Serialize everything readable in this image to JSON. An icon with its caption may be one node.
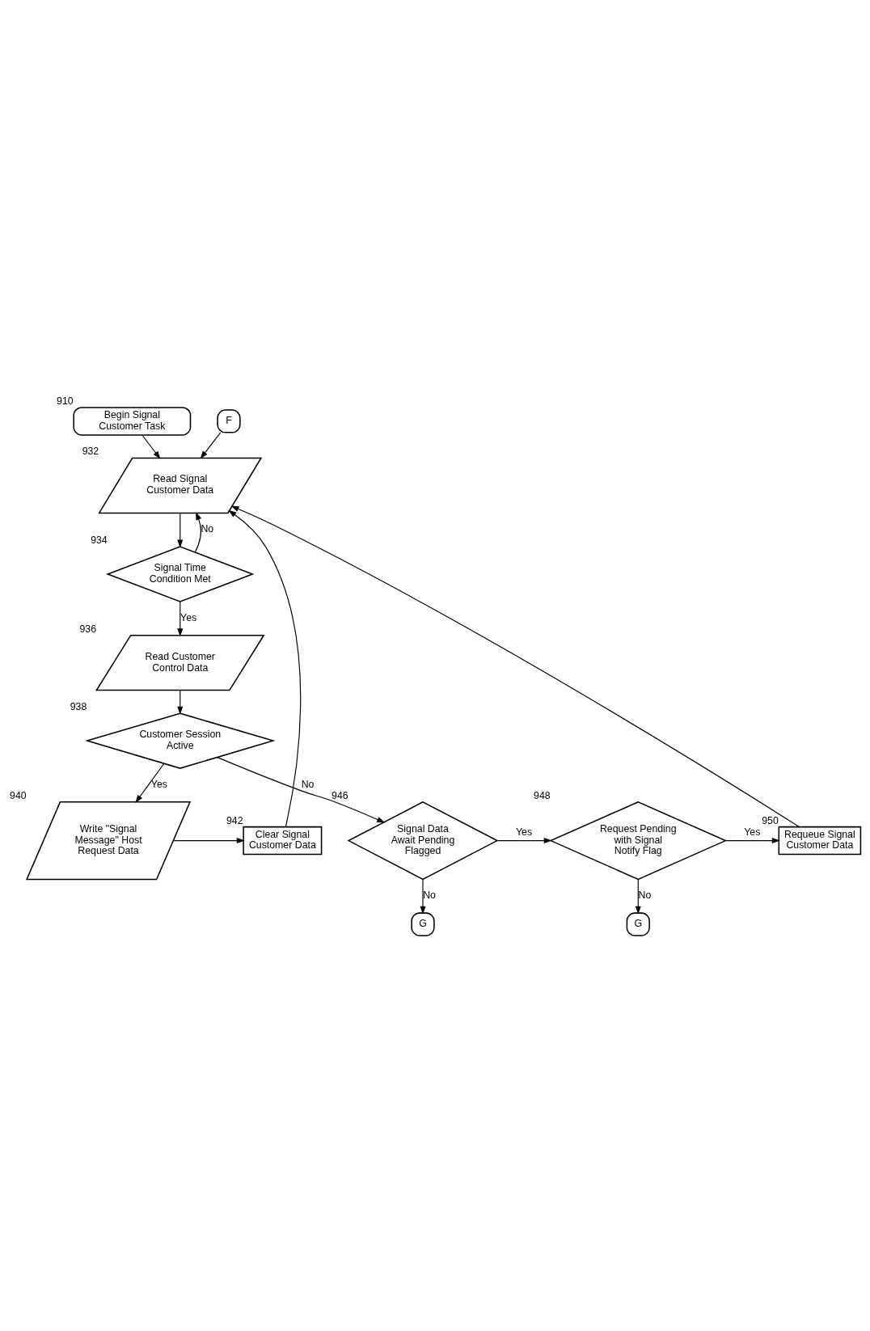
{
  "diagram": {
    "nodes": [
      {
        "text": [
          "Begin Signal Customer Task"
        ],
        "beside": [
          "910"
        ]
      },
      {
        "text": [
          "F"
        ]
      },
      {
        "text": [
          "Read Signal Customer Data"
        ],
        "beside": [
          "932"
        ]
      },
      {
        "text": [
          "Signal Time Condition Met"
        ],
        "beside": [
          "934"
        ]
      },
      {
        "text": [
          "Read Customer Control Data"
        ],
        "beside": [
          "936"
        ]
      },
      {
        "text": [
          "Customer Session Active"
        ],
        "beside": [
          "938"
        ]
      },
      {
        "text": [
          "Write \"Signal Message\" Host Request Data"
        ],
        "beside": [
          "940"
        ]
      },
      {
        "text": [
          "Clear Signal Customer Data"
        ],
        "beside": [
          "942"
        ]
      },
      {
        "text": [
          "Signal Data Await Pending Flagged"
        ],
        "beside": [
          "946"
        ]
      },
      {
        "text": [
          "Request Pending with Signal Notify Flag"
        ],
        "beside": [
          "948"
        ]
      },
      {
        "text": [
          "Requeue Signal Customer Data"
        ],
        "beside": [
          "950"
        ]
      },
      {
        "text": [
          "G"
        ]
      },
      {
        "text": [
          "G"
        ]
      }
    ],
    "edges": [
      {
        "from": 0,
        "to": 2,
        "arrow": "to"
      },
      {
        "from": 1,
        "to": 2,
        "arrow": "to"
      },
      {
        "from": 2,
        "to": 3,
        "arrow": "to"
      },
      {
        "from": 3,
        "to": 2,
        "arrow": "to",
        "label": "No"
      },
      {
        "from": 3,
        "to": 4,
        "arrow": "to",
        "label": "Yes"
      },
      {
        "from": 4,
        "to": 5,
        "arrow": "to"
      },
      {
        "from": 5,
        "to": 6,
        "arrow": "to",
        "label": "Yes"
      },
      {
        "from": 6,
        "to": 7,
        "arrow": "to"
      },
      {
        "from": 7,
        "to": 2,
        "arrow": "to"
      },
      {
        "from": 5,
        "to": 8,
        "arrow": "to",
        "label": "No"
      },
      {
        "from": 8,
        "to": 9,
        "arrow": "to",
        "label": "Yes"
      },
      {
        "from": 9,
        "to": 10,
        "arrow": "to",
        "label": "Yes"
      },
      {
        "from": 10,
        "to": 2,
        "arrow": "to"
      },
      {
        "from": 8,
        "to": 11,
        "arrow": "to",
        "label": "No"
      },
      {
        "from": 9,
        "to": 12,
        "arrow": "to",
        "label": "No"
      }
    ]
  }
}
